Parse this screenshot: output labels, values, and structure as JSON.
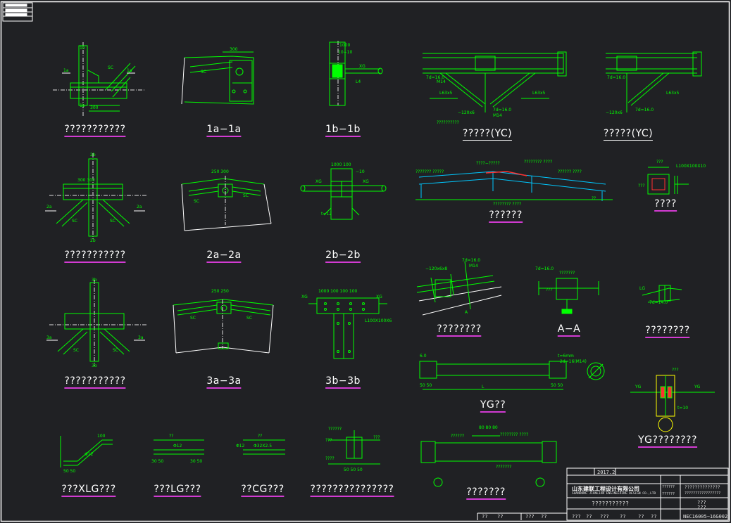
{
  "colors": {
    "background": "#202124",
    "frame": "#ffffff",
    "member": "#00ff00",
    "dim": "#00ff00",
    "centerline": "#e0e0e0",
    "title_underline": "#d23bd2",
    "highlight": "#ff3030",
    "cyan": "#00c8ff",
    "yellow": "#ffff00"
  },
  "labels": {
    "l1": "???????????",
    "l2": "1a−1a",
    "l3": "1b−1b",
    "l4": "?????(YC)",
    "l5": "?????(YC)",
    "l6": "???????????",
    "l7": "2a−2a",
    "l8": "2b−2b",
    "l9": "??????",
    "l10": "????",
    "l11": "???????????",
    "l12": "3a−3a",
    "l13": "3b−3b",
    "l14": "????????",
    "l15": "A−A",
    "l16": "????????",
    "l17": "YG??",
    "l18": "YG????????",
    "l19": "???XLG???",
    "l20": "???LG???",
    "l21": "??CG???",
    "l22": "???????????????",
    "l23": "???????"
  },
  "title_block": {
    "company": "山东建联工程设计有限公司",
    "company_en": "SHANDONG JIANLIAN ENGINEERING DESIGN CO.,LTD",
    "drawing_title": "???????????",
    "project": "??????????????",
    "project2": "?????????????????",
    "field1": "???",
    "field2": "???",
    "drawing_no": "NEC16005−16G002",
    "bottom_labels": [
      "??",
      "??",
      "???",
      "??",
      "???",
      "??",
      "???",
      "??",
      "??",
      "??"
    ],
    "top_cell": "2017.2",
    "stamp_left": "??????",
    "stamp_right": "??????"
  }
}
